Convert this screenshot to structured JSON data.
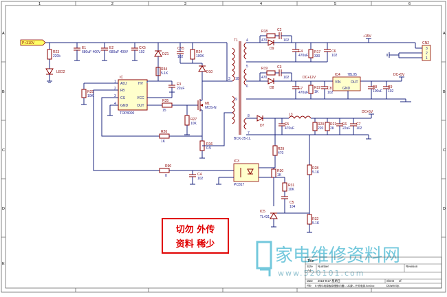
{
  "frame": {
    "top_numbers": [
      "1",
      "2",
      "3",
      "4",
      "5",
      "6"
    ],
    "side_letters": [
      "A",
      "B",
      "C",
      "D",
      "E"
    ]
  },
  "power_input": "P+310V",
  "labels": {
    "r23": "R23",
    "r23v": "220k",
    "led": "LED2",
    "e1": "E1",
    "e1v": "680uF 400V",
    "e2": "E2",
    "e2v": "680uF 400V",
    "cx5": "CX5",
    "cx5v": "102",
    "dz1": "DZ1",
    "cy5": "CY5",
    "cy5v": "102",
    "r24": "R24",
    "r24v": "100K",
    "d10": "D10",
    "r34": "R34",
    "r34v": "5.1K",
    "e3": "E3",
    "e3v": "22uF",
    "ic": "IC",
    "icpart": "TOP8000",
    "pin_adj": "ADJ",
    "pin_fb": "FB",
    "pin_cs": "CS",
    "pin_gnd": "GND",
    "pin_hv": "HV",
    "pin_vcc": "VCC",
    "pin_out": "OUT",
    "r25": "R25",
    "r25v": "10K",
    "r35": "R35",
    "r35v": "15",
    "m1": "M1",
    "m1v": "MOS-N",
    "r27": "R27",
    "r27v": "10K",
    "r26": "R26",
    "r26v": "1K",
    "r16": "R16",
    "r16v": "0.5",
    "r90": "R90",
    "r90v": "0",
    "c4": "C4",
    "c4v": "102",
    "t1": "T1",
    "t1v": "BCK-25-1L",
    "r18": "R18",
    "r18v": "470",
    "c2": "C2",
    "c2v": "102",
    "d9": "D9",
    "e4": "E4",
    "e4v": "470uF",
    "r17": "R17",
    "r17v": "330",
    "c6": "C6",
    "c6v": "102",
    "plus15": "+15V",
    "cn2": "CN2",
    "r19": "R19",
    "r19v": "470",
    "c3": "C3",
    "c3v": "102",
    "d8": "D8",
    "dc12": "DC+12V",
    "e7": "E7",
    "e7v": "470uF",
    "r22": "R22",
    "r22v": "1K",
    "c8": "C8",
    "c8v": "102",
    "ic4": "IC4",
    "ic4v": "78L05",
    "vin": "VIN",
    "out": "OUT",
    "gnd": "GND",
    "e8": "E8",
    "e8v": "100uF",
    "c9": "C9",
    "c9v": "102",
    "dc5a": "DC+5V",
    "l3": "L3",
    "d7": "D7",
    "e5": "E5",
    "e5v": "470uF",
    "r20": "R20",
    "r20v": "220",
    "r21": "R21",
    "r21v": "2K",
    "e6": "E6",
    "e6v": "22uF",
    "c7": "C7",
    "c7v": "102",
    "dc5b": "DC+5V",
    "r29": "R29",
    "r29v": "470",
    "ic3": "IC3",
    "pc817": "PC817",
    "r30": "R30",
    "r30v": "1K",
    "r28": "R28",
    "r28v": "5.1K",
    "r31": "R31",
    "r31v": "10K",
    "c5": "C5",
    "c5v": "104",
    "ic5": "IC5",
    "tl431": "TL431",
    "r32": "R32",
    "r32v": "5.1K"
  },
  "pins": [
    "4",
    "1",
    "2",
    "3",
    "5",
    "6",
    "10",
    "9",
    "8",
    "7"
  ],
  "cn_pins": [
    "1",
    "2",
    "3"
  ],
  "notice": {
    "line1": "切勿 外传",
    "line2": "资料 稀少"
  },
  "watermark": {
    "cn": "家电维修资料网",
    "url": "www.520101.com"
  },
  "title_block": {
    "title": "Title",
    "size": "Size",
    "size_val": "A4",
    "number": "Number",
    "revision": "Revision",
    "date": "Date",
    "date_val": "2018-8-27 星期日",
    "file": "File",
    "file_val": "E:\\资料\\电源板原理图\\内置\\...\\本源\\...开关电源.SchDoc",
    "sheet": "Sheet",
    "of": "of",
    "drawn": "Drawn By:"
  },
  "colors": {
    "wire": "#1a237e",
    "component": "#8b0000",
    "notice_border": "#e00000",
    "notice_text": "#e00000",
    "watermark": "#5bbfd6"
  }
}
